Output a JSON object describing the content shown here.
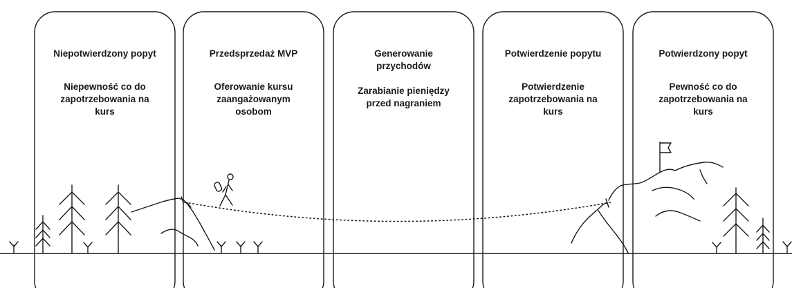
{
  "stages": [
    {
      "title": "Niepotwierdzony popyt",
      "description": [
        "Niepewność co do",
        "zapotrzebowania na",
        "kurs"
      ]
    },
    {
      "title": "Przedsprzedaż MVP",
      "description": [
        "Oferowanie kursu",
        "zaangażowanym",
        "osobom"
      ]
    },
    {
      "title": "Generowanie\nprzychodów",
      "description": [
        "Zarabianie pieniędzy",
        "przed nagraniem"
      ]
    },
    {
      "title": "Potwierdzenie popytu",
      "description": [
        "Potwierdzenie",
        "zapotrzebowania na",
        "kurs"
      ]
    },
    {
      "title": "Potwierdzony popyt",
      "description": [
        "Pewność co do",
        "zapotrzebowania na",
        "kurs"
      ]
    }
  ],
  "illustration": {
    "icons": [
      "pine-tree-icon",
      "grass-tuft-icon",
      "hill-icon",
      "hiker-icon",
      "mountain-icon",
      "flag-icon"
    ],
    "line_color": "#1a1a1a",
    "background": "#ffffff"
  }
}
